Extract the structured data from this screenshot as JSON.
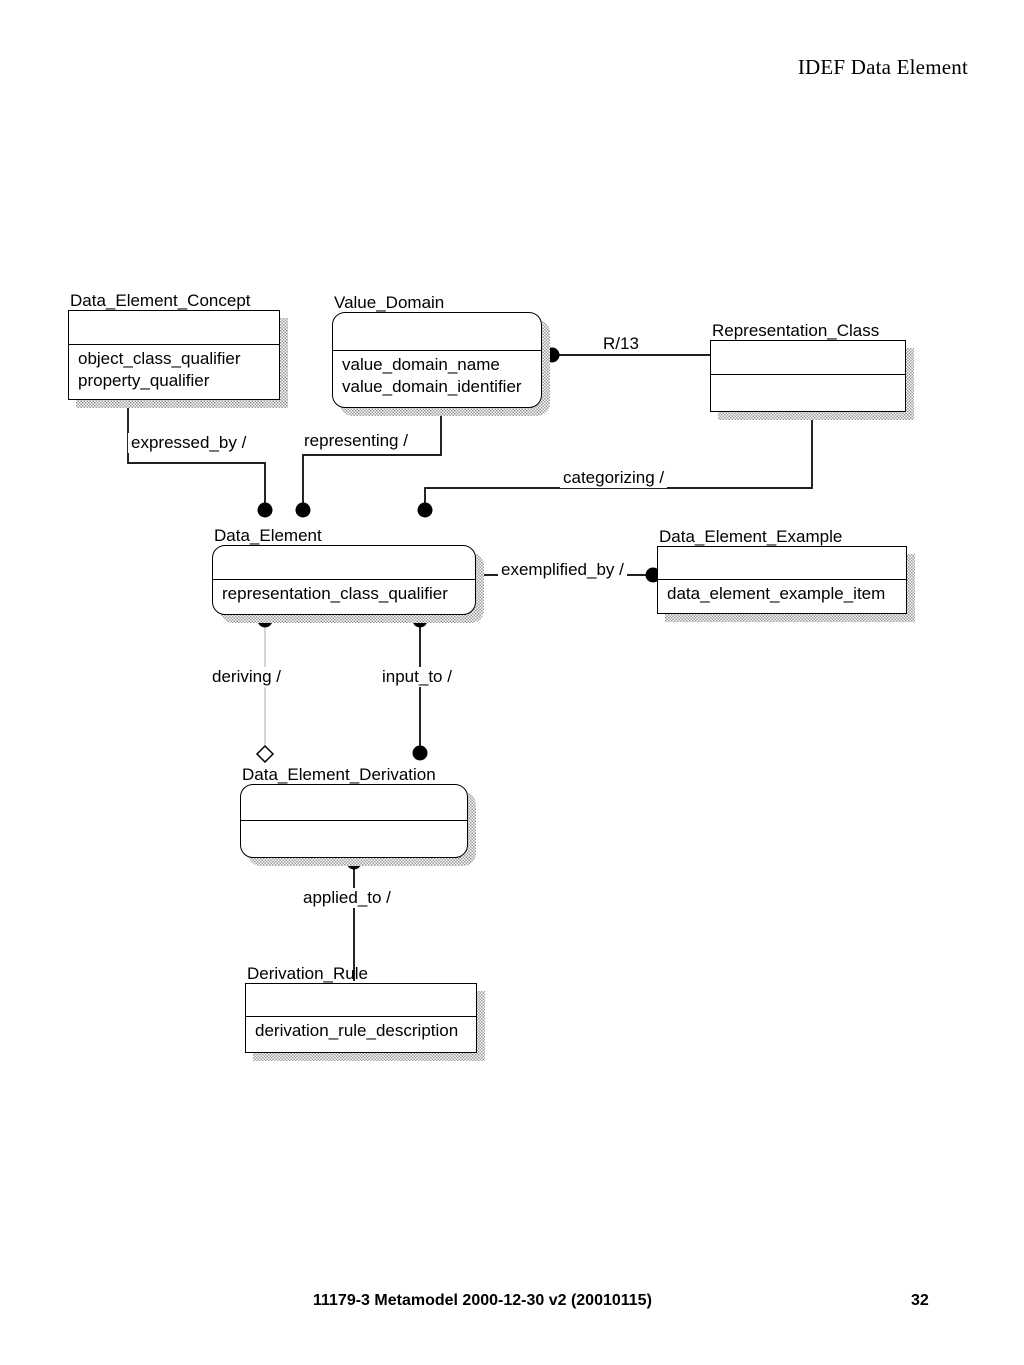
{
  "page": {
    "header_title": "IDEF Data Element",
    "footer_text": "11179-3 Metamodel 2000-12-30 v2 (20010115)",
    "footer_page": "32"
  },
  "diagram": {
    "type": "idef1x-entity-relationship",
    "entities": [
      {
        "id": "data_element_concept",
        "name": "Data_Element_Concept",
        "style": "sharp",
        "key_attributes": [],
        "attributes": [
          "object_class_qualifier",
          "property_qualifier"
        ]
      },
      {
        "id": "value_domain",
        "name": "Value_Domain",
        "style": "rounded",
        "key_attributes": [],
        "attributes": [
          "value_domain_name",
          "value_domain_identifier"
        ]
      },
      {
        "id": "representation_class",
        "name": "Representation_Class",
        "style": "sharp",
        "key_attributes": [],
        "attributes": []
      },
      {
        "id": "data_element",
        "name": "Data_Element",
        "style": "rounded",
        "key_attributes": [],
        "attributes": [
          "representation_class_qualifier"
        ]
      },
      {
        "id": "data_element_example",
        "name": "Data_Element_Example",
        "style": "sharp",
        "key_attributes": [],
        "attributes": [
          "data_element_example_item"
        ]
      },
      {
        "id": "data_element_derivation",
        "name": "Data_Element_Derivation",
        "style": "rounded",
        "key_attributes": [],
        "attributes": []
      },
      {
        "id": "derivation_rule",
        "name": "Derivation_Rule",
        "style": "sharp",
        "key_attributes": [],
        "attributes": [
          "derivation_rule_description"
        ]
      }
    ],
    "relationships": [
      {
        "id": "r13",
        "label": "R/13",
        "from": "value_domain",
        "to": "representation_class"
      },
      {
        "id": "expressed_by",
        "label": "expressed_by /",
        "from": "data_element_concept",
        "to": "data_element"
      },
      {
        "id": "representing",
        "label": "representing /",
        "from": "value_domain",
        "to": "data_element"
      },
      {
        "id": "categorizing",
        "label": "categorizing /",
        "from": "representation_class",
        "to": "data_element"
      },
      {
        "id": "exemplified_by",
        "label": "exemplified_by /",
        "from": "data_element",
        "to": "data_element_example"
      },
      {
        "id": "deriving",
        "label": "deriving /",
        "from": "data_element",
        "to": "data_element_derivation"
      },
      {
        "id": "input_to",
        "label": "input_to /",
        "from": "data_element",
        "to": "data_element_derivation"
      },
      {
        "id": "applied_to",
        "label": "applied_to /",
        "from": "data_element_derivation",
        "to": "derivation_rule"
      }
    ]
  }
}
